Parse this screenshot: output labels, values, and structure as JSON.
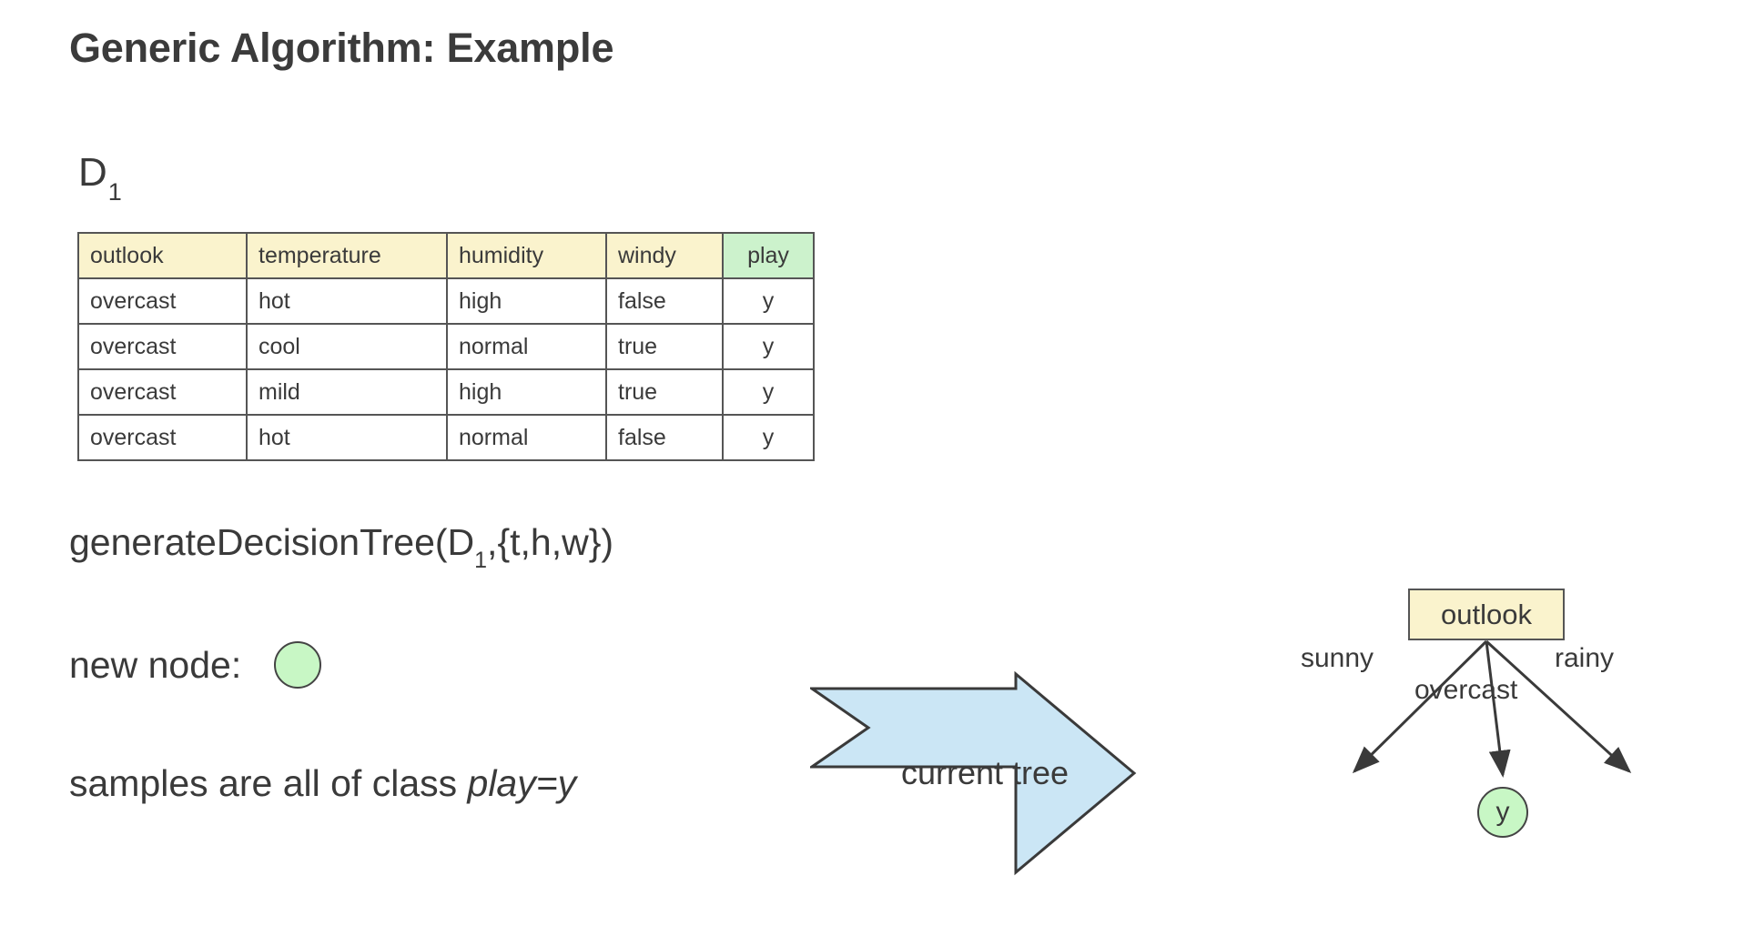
{
  "slide": {
    "title": "Generic Algorithm: Example"
  },
  "dataset": {
    "label_base": "D",
    "label_sub": "1"
  },
  "table": {
    "columns": [
      "outlook",
      "temperature",
      "humidity",
      "windy",
      "play"
    ],
    "rows": [
      [
        "overcast",
        "hot",
        "high",
        "false",
        "y"
      ],
      [
        "overcast",
        "cool",
        "normal",
        "true",
        "y"
      ],
      [
        "overcast",
        "mild",
        "high",
        "true",
        "y"
      ],
      [
        "overcast",
        "hot",
        "normal",
        "false",
        "y"
      ]
    ],
    "header_fill": "#faf3cd",
    "class_header_fill": "#ccf2cc",
    "border_color": "#555555"
  },
  "call": {
    "prefix": "generateDecisionTree(D",
    "subscript": "1",
    "suffix": ",{t,h,w})"
  },
  "new_node": {
    "label": "new node:",
    "circle_fill": "#c8f7c5",
    "circle_stroke": "#444444"
  },
  "samples": {
    "prefix": "samples are all of class ",
    "emphasis": "play=y"
  },
  "banner": {
    "label": "current tree",
    "fill": "#cbe6f5",
    "stroke": "#3a3a3a"
  },
  "tree": {
    "root_label": "outlook",
    "root_fill": "#faf3cd",
    "edges": [
      {
        "label": "sunny"
      },
      {
        "label": "overcast"
      },
      {
        "label": "rainy"
      }
    ],
    "leaf_label": "y",
    "leaf_fill": "#c8f7c5",
    "edge_color": "#3a3a3a"
  }
}
